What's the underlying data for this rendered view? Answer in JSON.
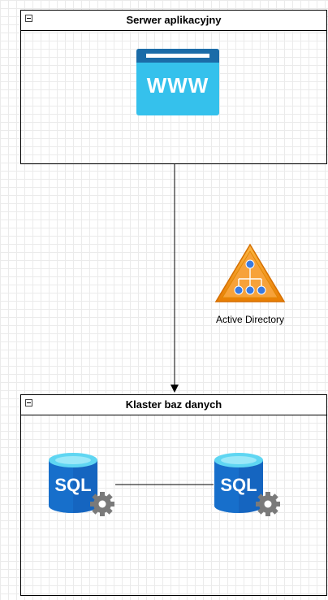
{
  "app_server": {
    "title": "Serwer aplikacyjny",
    "icon": "www-icon",
    "icon_text": "WWW",
    "color": "#1ca9d6"
  },
  "db_cluster": {
    "title": "Klaster baz danych",
    "nodes": [
      {
        "icon": "sql-database-icon",
        "text": "SQL"
      },
      {
        "icon": "sql-database-icon",
        "text": "SQL"
      }
    ],
    "color": "#0f64b4"
  },
  "active_directory": {
    "label": "Active Directory",
    "icon": "active-directory-icon",
    "color": "#f5a623"
  },
  "edges": [
    {
      "from": "app_server",
      "to": "db_cluster",
      "directed": true
    },
    {
      "from": "sql_node_1",
      "to": "sql_node_2",
      "directed": false
    }
  ]
}
